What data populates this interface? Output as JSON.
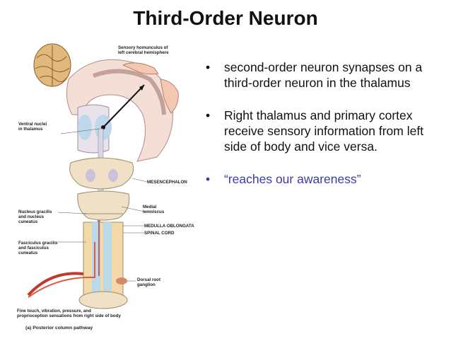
{
  "slide": {
    "title": "Third-Order Neuron",
    "bullets": [
      {
        "text": "second-order neuron synapses on a third-order neuron in the thalamus"
      },
      {
        "text": "Right thalamus and primary cortex receive sensory information from left side of body and vice versa."
      },
      {
        "text": "“reaches our awareness”"
      }
    ],
    "bullet_glyph": "•",
    "accent_color": "#3d3aa6"
  },
  "figure": {
    "labels": {
      "homunculus": [
        "Sensory homunculus of",
        "left cerebral hemisphere"
      ],
      "ventral": [
        "Ventral nuclei",
        "in thalamus"
      ],
      "mesencephalon": [
        "MESENCEPHALON"
      ],
      "medial": [
        "Medial",
        "lemniscus"
      ],
      "gracilis": [
        "Nucleus gracilis",
        "and nucleus",
        "cuneatus"
      ],
      "medulla": [
        "MEDULLA OBLONGATA"
      ],
      "spinal": [
        "SPINAL CORD"
      ],
      "fasciculus": [
        "Fasciculus gracilis",
        "and fasciculus",
        "cuneatus"
      ],
      "dorsal": [
        "Dorsal root",
        "ganglion"
      ]
    },
    "caption_lines": [
      "Fine touch, vibration, pressure, and",
      "proprioception sensations from right side of body"
    ],
    "pathway": "(a) Posterior column pathway"
  }
}
